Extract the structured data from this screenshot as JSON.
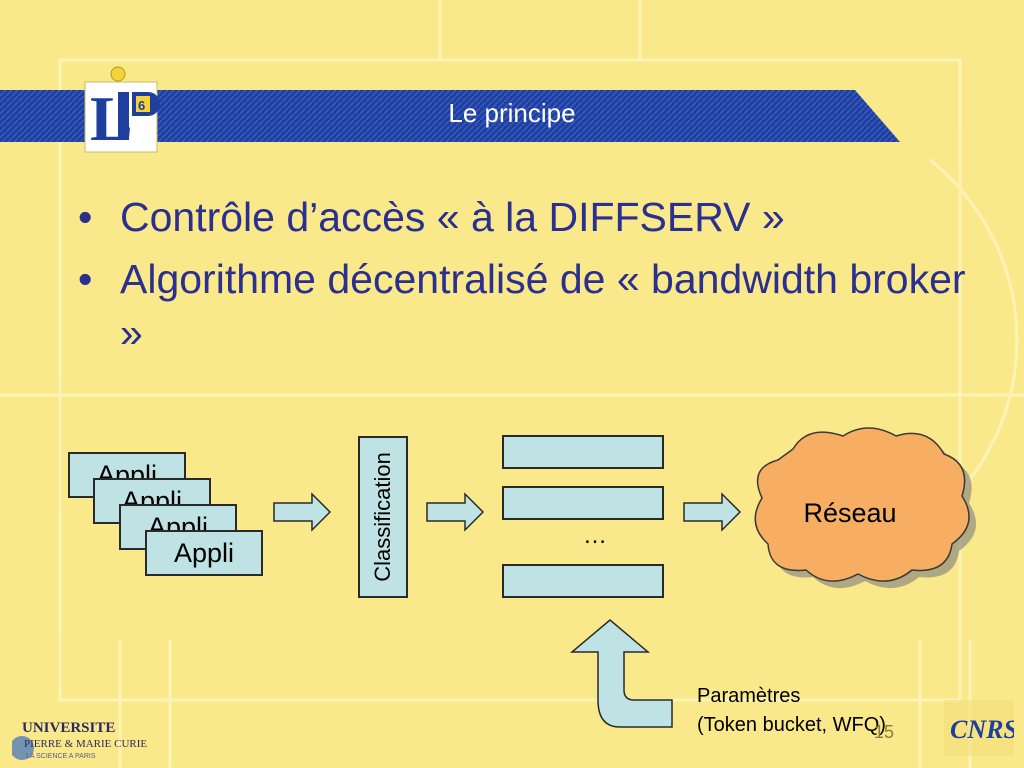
{
  "slide": {
    "title": "Le principe",
    "bullets": [
      "Contrôle d’accès « à la DIFFSERV »",
      "Algorithme décentralisé de « bandwidth broker »"
    ],
    "page_number": "15"
  },
  "diagram": {
    "appli_labels": [
      "Appli",
      "Appli",
      "Appli",
      "Appli"
    ],
    "classification_label": "Classification",
    "queue_ellipsis": "…",
    "network_label": "Réseau",
    "params_line1": "Paramètres",
    "params_line2": "(Token bucket, WFQ)"
  },
  "logos": {
    "lip6_text": "LIP6",
    "upmc_line1": "UNIVERSITE",
    "upmc_line2": "PIERRE & MARIE CURIE",
    "upmc_line3": "LA SCIENCE A PARIS",
    "cnrs_text": "CNRS"
  },
  "colors": {
    "background": "#f9e98a",
    "title_band": "#1e3f9e",
    "bullet_text": "#2b2f90",
    "box_fill": "#bfe2e4",
    "cloud_fill": "#f7ae63"
  }
}
